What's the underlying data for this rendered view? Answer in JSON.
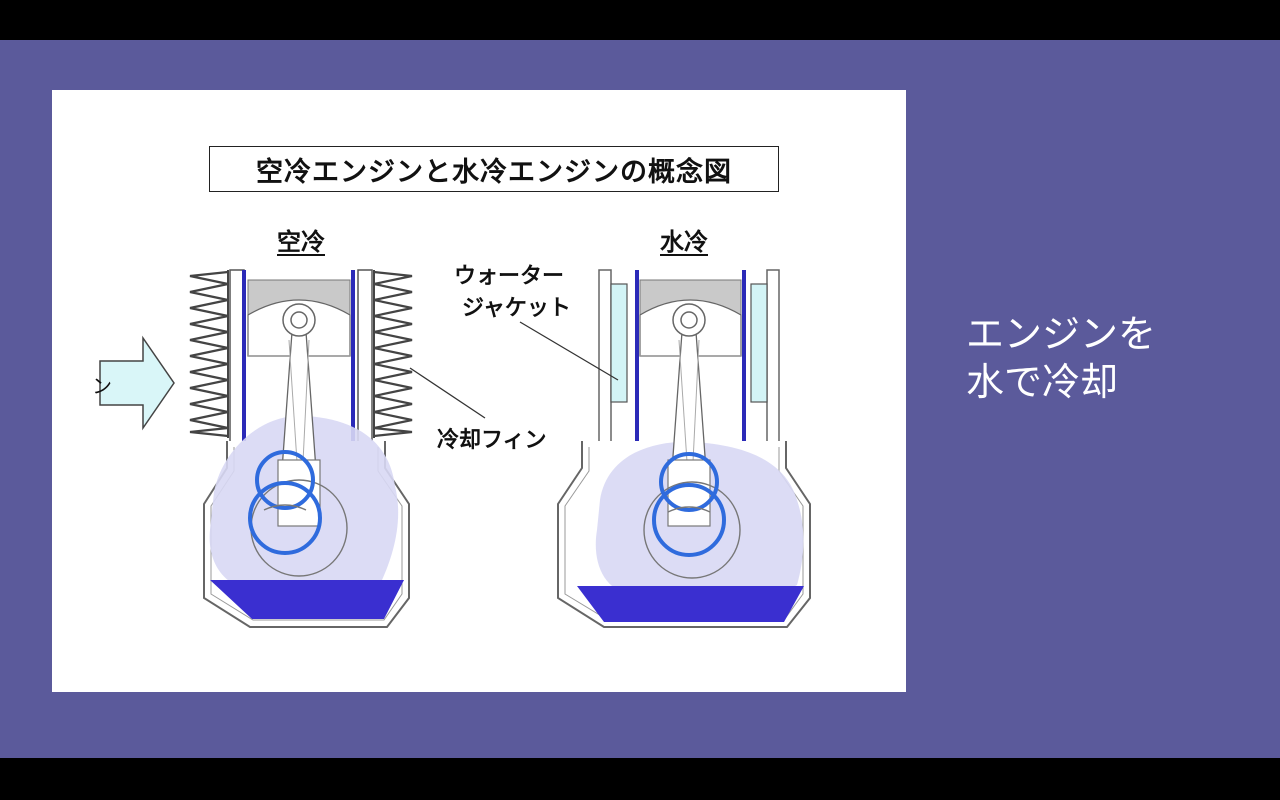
{
  "figure": {
    "title": "空冷エンジンと水冷エンジンの概念図",
    "air_label": "空冷",
    "water_label": "水冷",
    "jacket_label_line1": "ウォーター",
    "jacket_label_line2": "ジャケット",
    "fin_label": "冷却フィン",
    "arrow_partial_text": "ン"
  },
  "side_text": {
    "line1": "エンジンを",
    "line2": "水で冷却"
  },
  "colors": {
    "slide_bg": "#5b5a9b",
    "cylinder_wall": "#2b2ab8",
    "oil": "#3a2fd0",
    "crank_ring": "#2f6bdd",
    "mist": "#d8d8f4",
    "jacket_fill": "#d3f4f6",
    "arrow_fill": "#d9f6f8"
  }
}
